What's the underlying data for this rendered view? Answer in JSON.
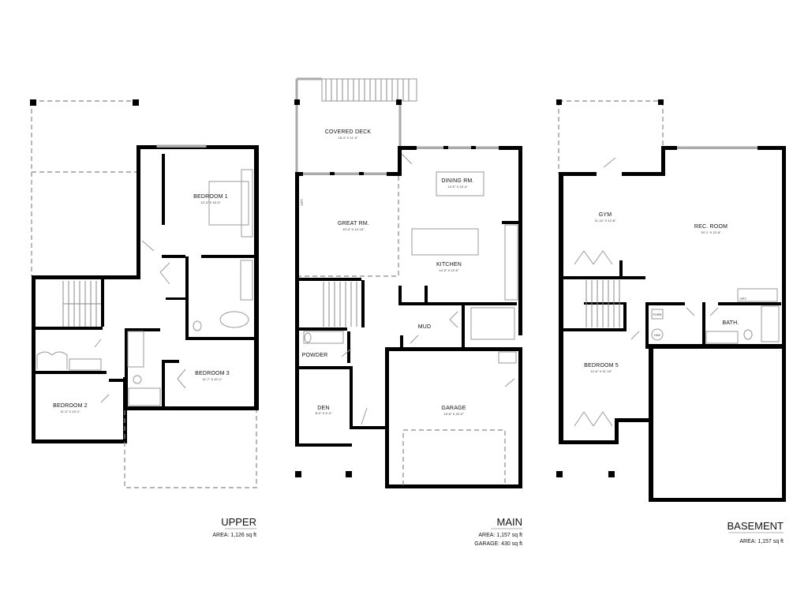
{
  "floors": {
    "upper": {
      "title": "UPPER",
      "area": "AREA: 1,126 sq ft",
      "rooms": [
        {
          "name": "BEDROOM 1",
          "dims": "12'-4\" X 15'-0\""
        },
        {
          "name": "BEDROOM 2",
          "dims": "11'-2\" X 10'-1\""
        },
        {
          "name": "BEDROOM 3",
          "dims": "11'-7\" X 10'-1\""
        }
      ]
    },
    "main": {
      "title": "MAIN",
      "area": "AREA: 1,157 sq ft",
      "garage_area": "GARAGE: 430 sq ft",
      "rooms": [
        {
          "name": "COVERED DECK",
          "dims": "16'-4\" X 11'-0\""
        },
        {
          "name": "DINING RM.",
          "dims": "14'-0\" X 10'-4\""
        },
        {
          "name": "GREAT RM.",
          "dims": "19'-4\" X 14'-10\""
        },
        {
          "name": "KITCHEN",
          "dims": "14'-0\" X 12'-0\""
        },
        {
          "name": "MUD",
          "dims": ""
        },
        {
          "name": "POWDER",
          "dims": ""
        },
        {
          "name": "DEN",
          "dims": "8'-0\" X 9'-4\""
        },
        {
          "name": "GARAGE",
          "dims": "19'-6\" X 20'-0\""
        }
      ],
      "labels": {
        "opt": "OPT."
      }
    },
    "basement": {
      "title": "BASEMENT",
      "area": "AREA: 1,157 sq ft",
      "rooms": [
        {
          "name": "GYM",
          "dims": "11'-11\" X 12'-8\""
        },
        {
          "name": "REC. ROOM",
          "dims": "20'-1\" X 22'-8\""
        },
        {
          "name": "BATH.",
          "dims": ""
        },
        {
          "name": "BEDROOM 5",
          "dims": "12'-6\" X 11'-10\""
        }
      ],
      "labels": {
        "furn": "FURN",
        "hw": "H/W",
        "opt": "OPT."
      }
    }
  }
}
